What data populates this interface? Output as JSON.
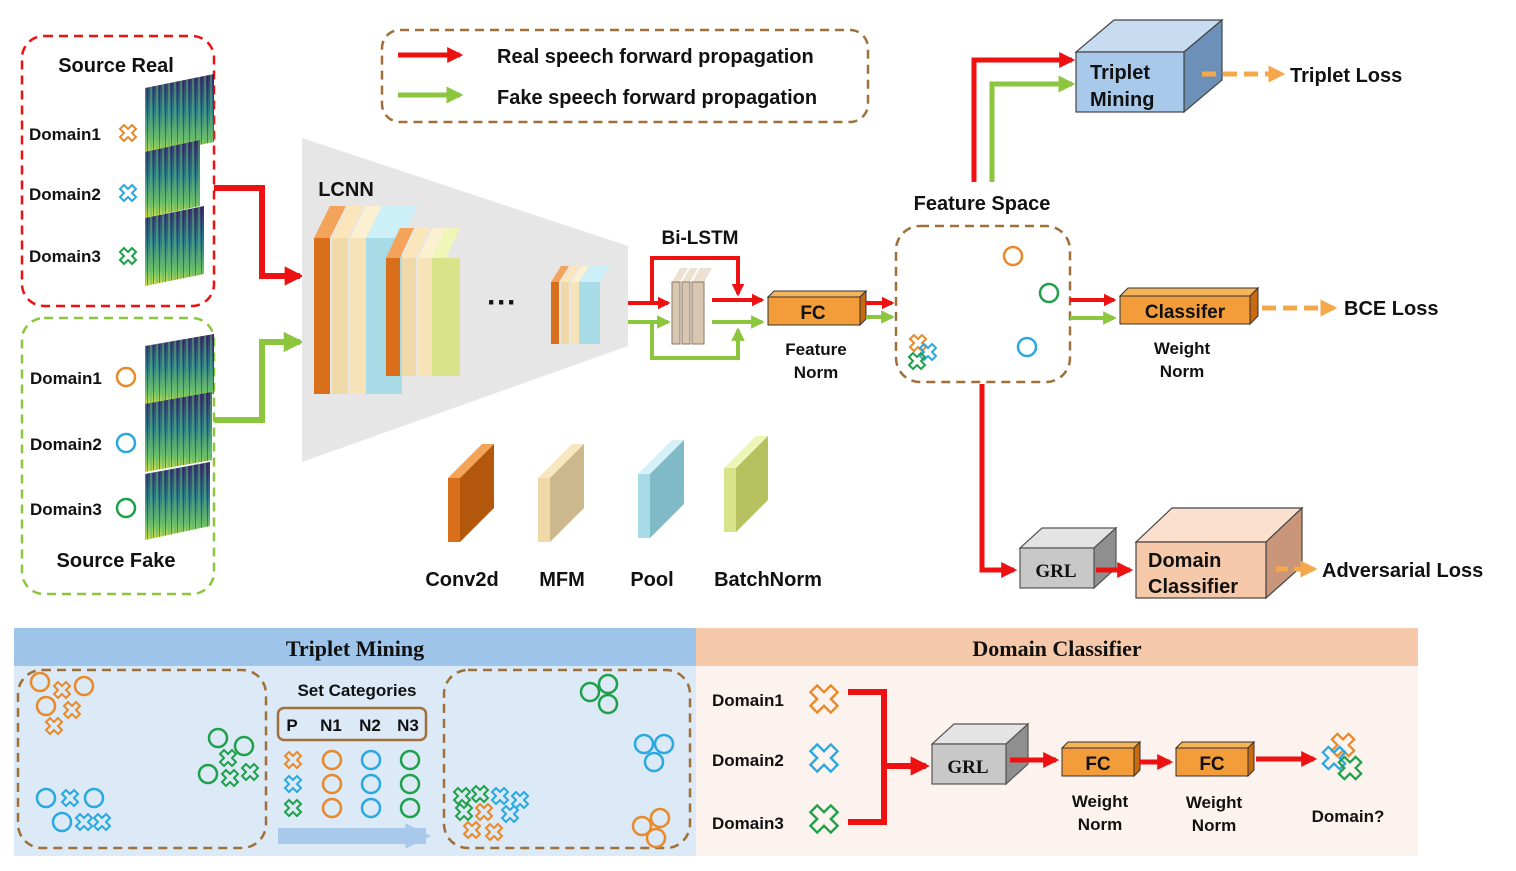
{
  "legend": {
    "real": "Real speech forward propagation",
    "fake": "Fake speech forward propagation"
  },
  "source_real": {
    "title": "Source Real",
    "domains": [
      "Domain1",
      "Domain2",
      "Domain3"
    ]
  },
  "source_fake": {
    "title": "Source Fake",
    "domains": [
      "Domain1",
      "Domain2",
      "Domain3"
    ]
  },
  "lcnn": {
    "label": "LCNN",
    "ellipsis": "···"
  },
  "bilstm": {
    "label": "Bi-LSTM"
  },
  "fc": {
    "label": "FC",
    "norm_line1": "Feature",
    "norm_line2": "Norm"
  },
  "feature_space": {
    "label": "Feature Space"
  },
  "triplet_box": {
    "line1": "Triplet",
    "line2": "Mining",
    "loss": "Triplet Loss"
  },
  "classifier": {
    "label": "Classifer",
    "norm_line1": "Weight",
    "norm_line2": "Norm",
    "loss": "BCE Loss"
  },
  "adversarial": {
    "grl": "GRL",
    "dc_line1": "Domain",
    "dc_line2": "Classifier",
    "loss": "Adversarial Loss"
  },
  "layer_legend": [
    "Conv2d",
    "MFM",
    "Pool",
    "BatchNorm"
  ],
  "bottom": {
    "triplet_title": "Triplet Mining",
    "set_categories": "Set Categories",
    "columns": [
      "P",
      "N1",
      "N2",
      "N3"
    ],
    "dc_title": "Domain Classifier",
    "domains": [
      "Domain1",
      "Domain2",
      "Domain3"
    ],
    "grl": "GRL",
    "fc1": "FC",
    "fc2": "FC",
    "weight": "Weight",
    "norm": "Norm",
    "output": "Domain?"
  },
  "colors": {
    "real": "#ee1111",
    "fake": "#8cc63f",
    "loss": "#f5a84a",
    "orange": "#e8892a",
    "blue": "#2aa8e0",
    "green": "#1fa04a",
    "brown": "#a0703a",
    "conv": "#d96f1a",
    "mfm": "#efd9a8",
    "pool": "#a7dbe6",
    "bn": "#d8e48a"
  }
}
